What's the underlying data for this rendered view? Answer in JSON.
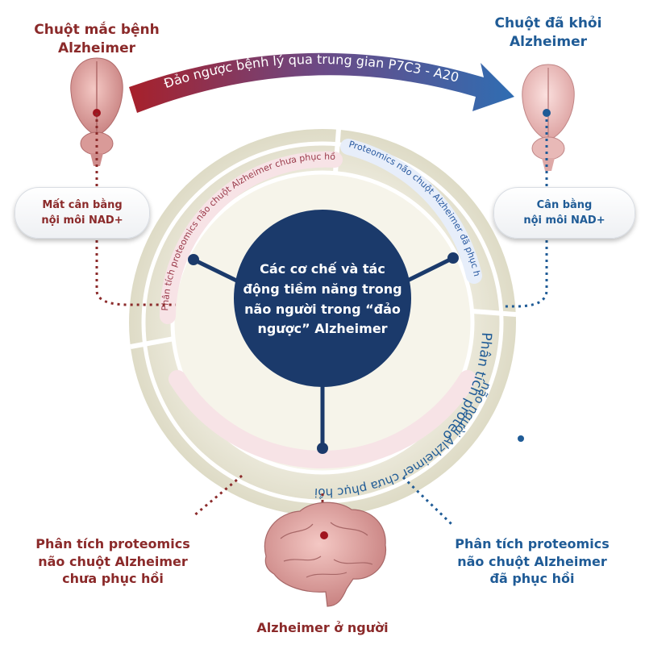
{
  "left_brain": {
    "title_line1": "Chuột mắc bệnh",
    "title_line2": "Alzheimer"
  },
  "right_brain": {
    "title_line1": "Chuột đã khỏi",
    "title_line2": "Alzheimer"
  },
  "arrow_label": "Đảo ngược bệnh lý qua trung gian P7C3 - A20",
  "left_pill": {
    "line1": "Mất cân bằng",
    "line2": "nội môi NAD+"
  },
  "right_pill": {
    "line1": "Cân bằng",
    "line2": "nội môi NAD+"
  },
  "center": {
    "line1": "Các cơ chế và tác",
    "line2": "động tiềm năng trong",
    "line3": "não người trong “đảo",
    "line4": "ngược” Alzheimer"
  },
  "ring": {
    "segment_top_left": "Phân tích proteomics não chuột Alzheimer chưa phục hồi",
    "segment_top_right": "Proteomics não chuột Alzheimer đã phục hồi",
    "segment_right": "Phân tích proteome",
    "segment_bottom": "não người Alzheimer chưa phục hồi"
  },
  "bottom_left_label": {
    "line1": "Phân tích proteomics",
    "line2": "não chuột Alzheimer",
    "line3": "chưa phục hồi"
  },
  "bottom_right_label": {
    "line1": "Phân tích proteomics",
    "line2": "não chuột Alzheimer",
    "line3": "đã phục hồi"
  },
  "human_brain_label": "Alzheimer ở người",
  "colors": {
    "dark_red": "#8b2a2a",
    "navy": "#1b3a6b",
    "blue": "#1f5b96",
    "ring_beige": "#e9e6d6",
    "brain_pink": "#e6a7a6"
  },
  "icons": [
    "mouse-brain-icon",
    "human-brain-icon"
  ]
}
